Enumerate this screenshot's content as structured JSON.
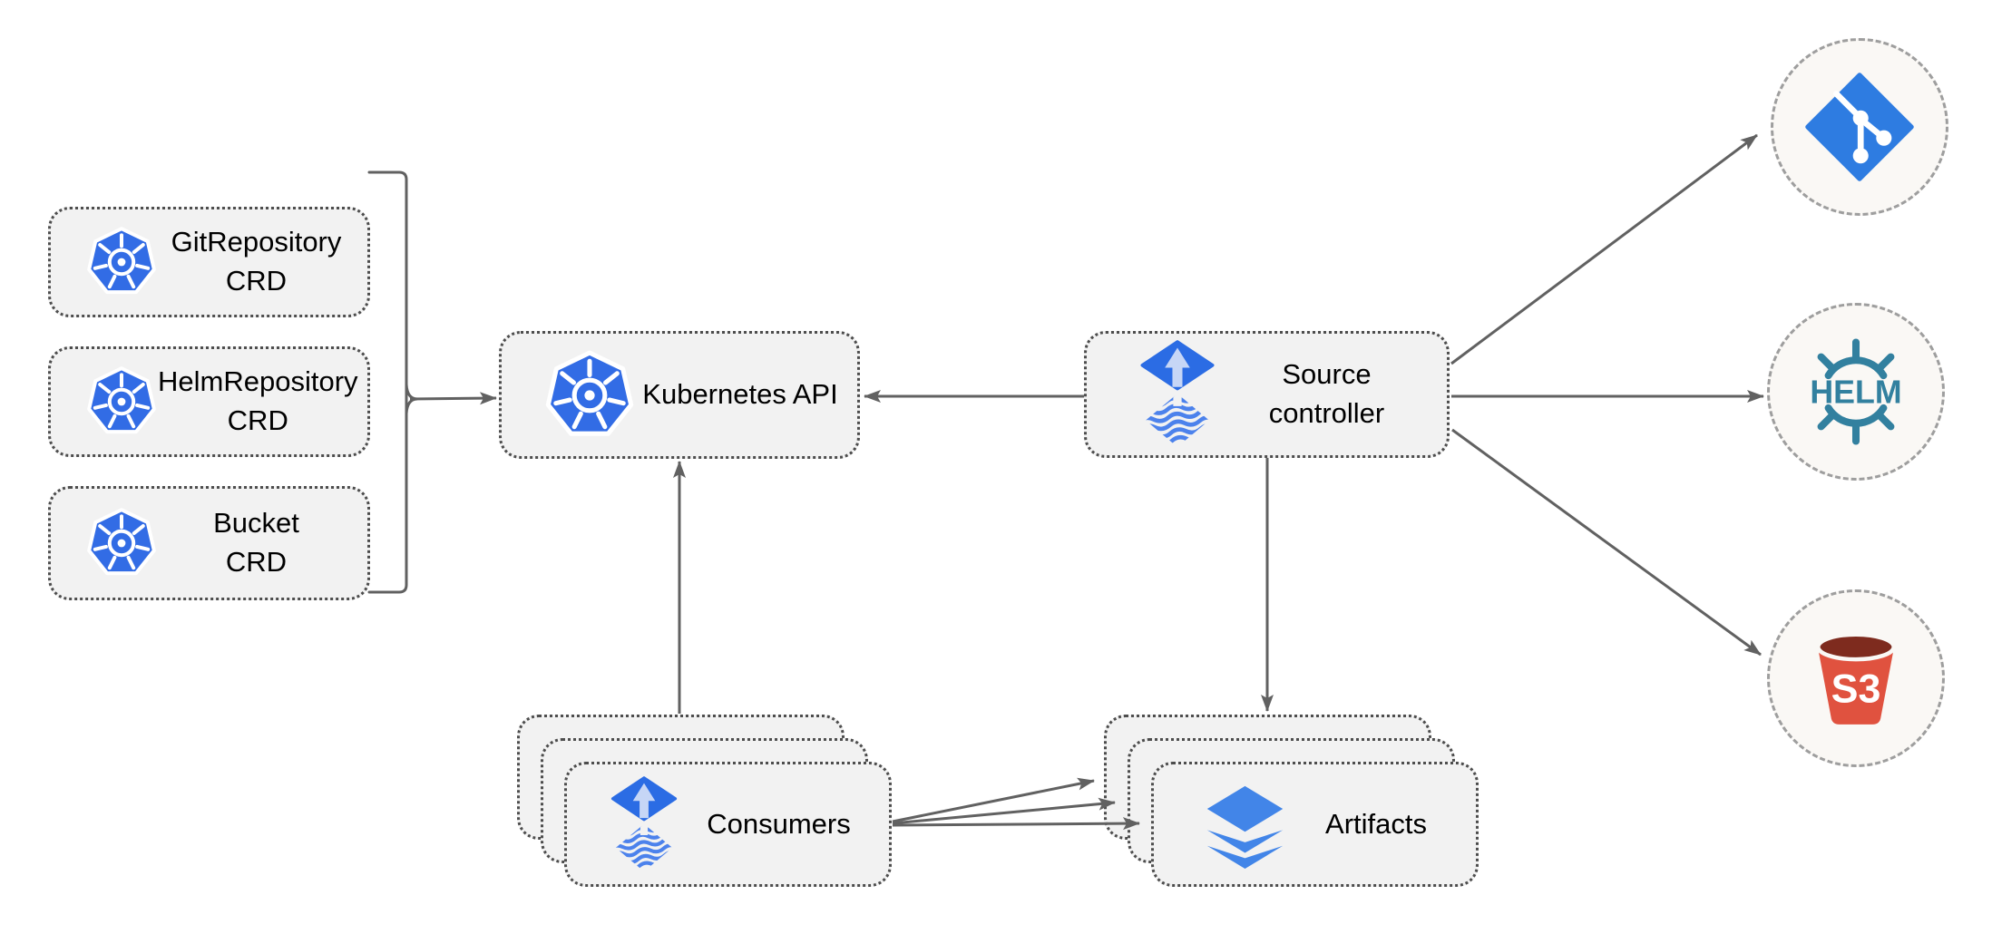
{
  "nodes": {
    "git_repository_crd": {
      "label": "GitRepository\nCRD",
      "icon": "kubernetes-icon"
    },
    "helm_repository_crd": {
      "label": "HelmRepository\nCRD",
      "icon": "kubernetes-icon"
    },
    "bucket_crd": {
      "label": "Bucket\nCRD",
      "icon": "kubernetes-icon"
    },
    "kubernetes_api": {
      "label": "Kubernetes API",
      "icon": "kubernetes-icon"
    },
    "source_controller": {
      "label": "Source\ncontroller",
      "icon": "flux-icon"
    },
    "consumers": {
      "label": "Consumers",
      "icon": "flux-icon",
      "stacked": 3
    },
    "artifacts": {
      "label": "Artifacts",
      "icon": "layers-icon",
      "stacked": 3
    },
    "git_endpoint": {
      "icon": "git-icon"
    },
    "helm_endpoint": {
      "icon": "helm-icon",
      "icon_text": "HELM"
    },
    "s3_endpoint": {
      "icon": "s3-icon",
      "icon_text": "S3"
    }
  },
  "connections": [
    {
      "from": "crd-group-bracket",
      "to": "kubernetes_api",
      "arrow": "to"
    },
    {
      "from": "source_controller",
      "to": "kubernetes_api",
      "arrow": "to"
    },
    {
      "from": "consumers",
      "to": "kubernetes_api",
      "arrow": "to"
    },
    {
      "from": "source_controller",
      "to": "artifacts",
      "arrow": "to"
    },
    {
      "from": "source_controller",
      "to": "git_endpoint",
      "arrow": "to"
    },
    {
      "from": "source_controller",
      "to": "helm_endpoint",
      "arrow": "to"
    },
    {
      "from": "source_controller",
      "to": "s3_endpoint",
      "arrow": "to"
    },
    {
      "from": "consumers",
      "to": "artifacts",
      "arrow": "to",
      "count": 3
    }
  ],
  "colors": {
    "node_fill": "#F2F2F2",
    "node_border": "#4D4D4D",
    "circle_fill": "#FAF8F5",
    "circle_border": "#9E9E9E",
    "connector": "#616161",
    "kubernetes_blue": "#326CE5",
    "flux_blue": "#2B6CE4",
    "flux_arrow_light": "#C6D6F6",
    "flux_wave_blue": "#4C82EC",
    "git_blue": "#2E7CE1",
    "helm_teal": "#32809F",
    "s3_red": "#E0523F",
    "s3_dark_red": "#7E2B1E",
    "layers_blue": "#4285E8",
    "text": "#000000"
  }
}
